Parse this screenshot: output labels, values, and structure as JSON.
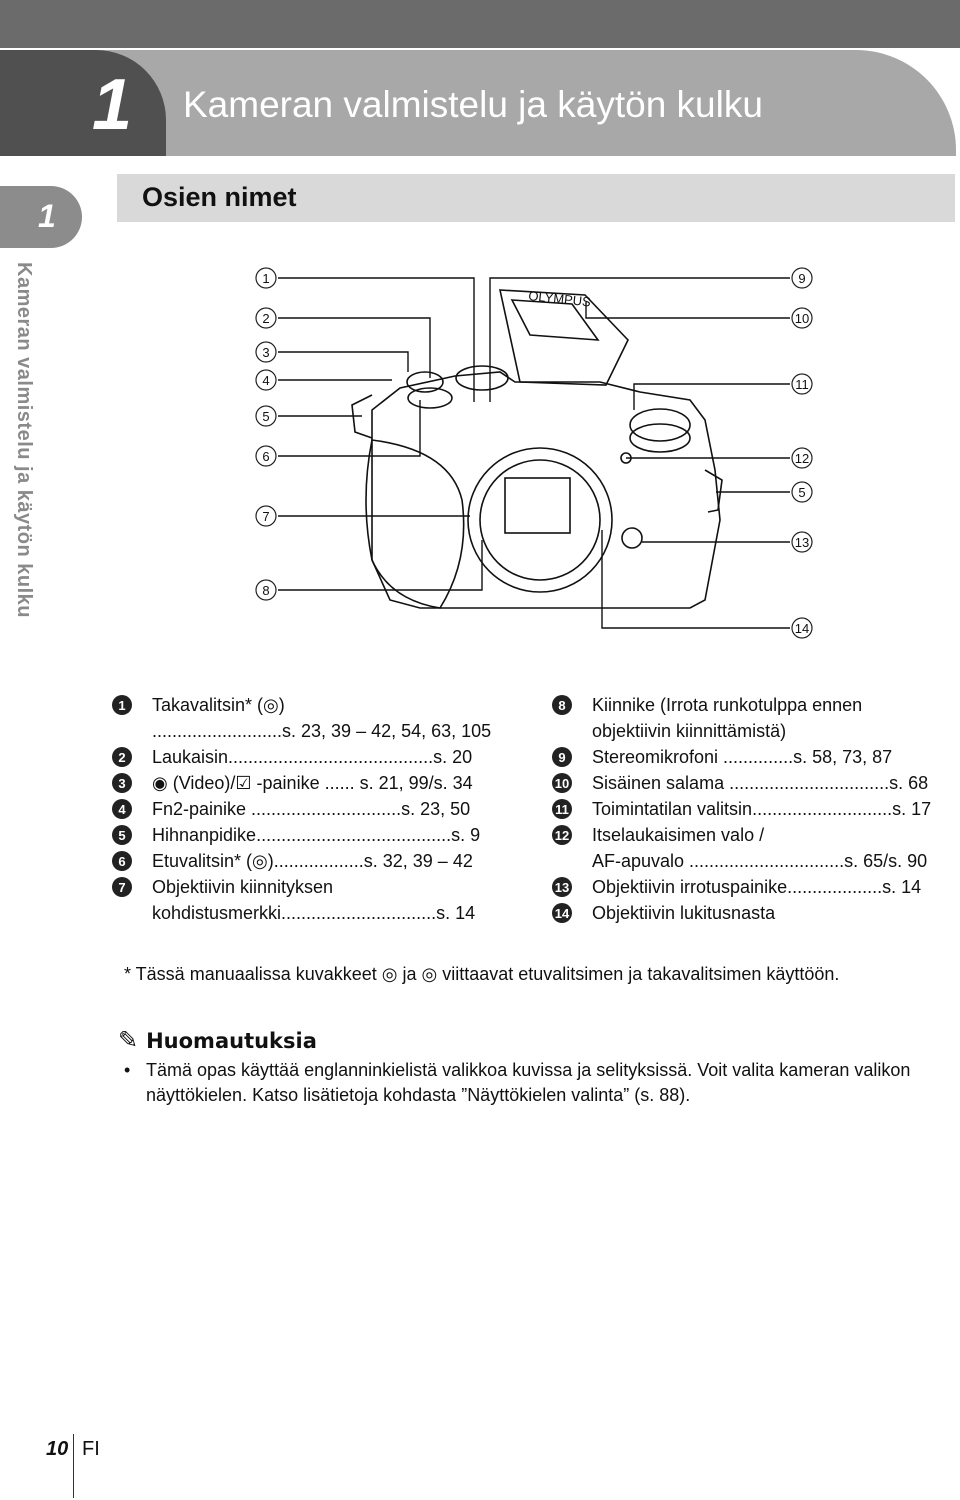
{
  "chapter": {
    "number": "1",
    "title": "Kameran valmistelu ja käytön kulku"
  },
  "side_tab": {
    "number": "1",
    "text": "Kameran valmistelu ja käytön kulku"
  },
  "section_title": "Osien nimet",
  "diagram": {
    "brand": "OLYMPUS",
    "left_callouts": [
      "1",
      "2",
      "3",
      "4",
      "5",
      "6",
      "7",
      "8"
    ],
    "right_callouts": [
      "9",
      "10",
      "11",
      "12",
      "5",
      "13",
      "14"
    ]
  },
  "parts_left": [
    {
      "n": "1",
      "lines": [
        "Takavalitsin* (◎)",
        "..........................s. 23, 39 – 42, 54, 63, 105"
      ]
    },
    {
      "n": "2",
      "lines": [
        "Laukaisin.........................................s. 20"
      ]
    },
    {
      "n": "3",
      "lines": [
        "◉ (Video)/☑ -painike ...... s. 21, 99/s. 34"
      ]
    },
    {
      "n": "4",
      "lines": [
        "Fn2-painike ..............................s. 23, 50"
      ]
    },
    {
      "n": "5",
      "lines": [
        "Hihnanpidike.......................................s. 9"
      ]
    },
    {
      "n": "6",
      "lines": [
        "Etuvalitsin* (◎)..................s. 32, 39 – 42"
      ]
    },
    {
      "n": "7",
      "lines": [
        "Objektiivin kiinnityksen",
        "kohdistusmerkki...............................s. 14"
      ]
    }
  ],
  "parts_right": [
    {
      "n": "8",
      "lines": [
        "Kiinnike (Irrota runkotulppa ennen",
        "objektiivin kiinnittämistä)"
      ]
    },
    {
      "n": "9",
      "lines": [
        "Stereomikrofoni ..............s. 58, 73, 87"
      ]
    },
    {
      "n": "10",
      "lines": [
        "Sisäinen salama ................................s. 68"
      ]
    },
    {
      "n": "11",
      "lines": [
        "Toimintatilan valitsin............................s. 17"
      ]
    },
    {
      "n": "12",
      "lines": [
        "Itselaukaisimen valo /",
        "AF-apuvalo ...............................s. 65/s. 90"
      ]
    },
    {
      "n": "13",
      "lines": [
        "Objektiivin irrotuspainike...................s. 14"
      ]
    },
    {
      "n": "14",
      "lines": [
        "Objektiivin lukitusnasta"
      ]
    }
  ],
  "footnote": "*  Tässä manuaalissa kuvakkeet ◎ ja ◎ viittaavat etuvalitsimen ja takavalitsimen käyttöön.",
  "notes": {
    "heading": "Huomautuksia",
    "items": [
      "Tämä opas käyttää englanninkielistä valikkoa kuvissa ja selityksissä. Voit valita kameran valikon näyttökielen. Katso lisätietoja kohdasta ”Näyttökielen valinta” (s. 88)."
    ]
  },
  "page": {
    "number": "10",
    "lang": "FI"
  }
}
